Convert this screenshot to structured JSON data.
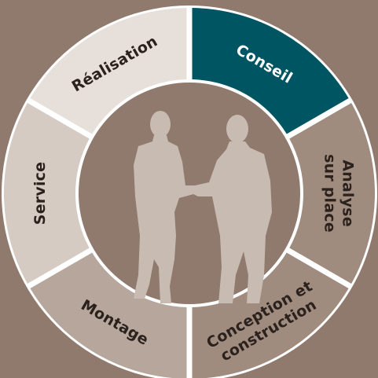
{
  "colors": {
    "background": "#8f7a6d",
    "segment_border": "#ffffff",
    "active_fill": "#005562",
    "active_text": "#ffffff",
    "inactive_text": "#2b211d",
    "center_fill": "#8f7a6d",
    "silhouette": "#c8bbb1"
  },
  "center_image": {
    "icon": "handshake-silhouette-icon"
  },
  "segments": [
    {
      "id": "conseil",
      "label_lines": [
        "Conseil"
      ],
      "fill": "#005562",
      "active": true
    },
    {
      "id": "analyse",
      "label_lines": [
        "Analyse",
        "sur place"
      ],
      "fill": "#a08c7f",
      "active": false
    },
    {
      "id": "conception",
      "label_lines": [
        "Conception et",
        "construction"
      ],
      "fill": "#a08c7f",
      "active": false
    },
    {
      "id": "montage",
      "label_lines": [
        "Montage"
      ],
      "fill": "#b6a69b",
      "active": false
    },
    {
      "id": "service",
      "label_lines": [
        "Service"
      ],
      "fill": "#d6cbc3",
      "active": false
    },
    {
      "id": "realisation",
      "label_lines": [
        "Réalisation"
      ],
      "fill": "#e7e0da",
      "active": false
    }
  ]
}
